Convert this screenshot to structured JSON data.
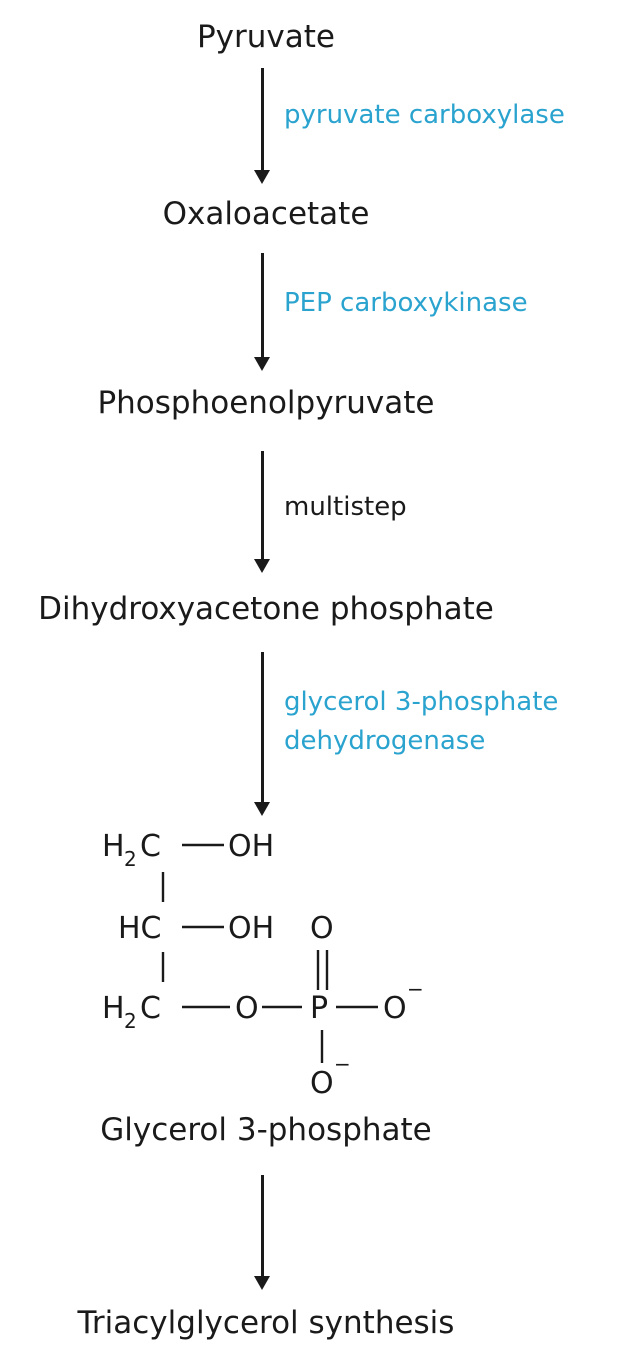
{
  "colors": {
    "enzyme": "#2aa3cf",
    "plain_step": "#1a1a1a",
    "text": "#1a1a1a"
  },
  "pathway": {
    "metabolites": [
      "Pyruvate",
      "Oxaloacetate",
      "Phosphoenolpyruvate",
      "Dihydroxyacetone phosphate",
      "Glycerol 3-phosphate",
      "Triacylglycerol synthesis"
    ],
    "steps": [
      {
        "label": [
          "pyruvate carboxylase"
        ],
        "type": "enzyme"
      },
      {
        "label": [
          "PEP carboxykinase"
        ],
        "type": "enzyme"
      },
      {
        "label": [
          "multistep"
        ],
        "type": "plain"
      },
      {
        "label": [
          "glycerol 3-phosphate",
          "dehydrogenase"
        ],
        "type": "enzyme"
      },
      {
        "label": [],
        "type": "plain"
      }
    ]
  },
  "structure": {
    "h2c": "H",
    "two": "2",
    "c": "C",
    "hc": "HC",
    "oh": "OH",
    "o": "O",
    "p": "P",
    "o_minus": "O",
    "minus": "−"
  }
}
